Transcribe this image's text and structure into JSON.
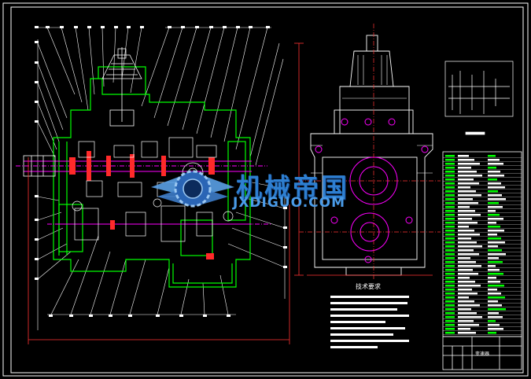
{
  "drawing": {
    "watermark": {
      "cn": "机械帝国",
      "url": "JXDIGUO.COM"
    },
    "tech_requirements_title": "技术要求",
    "title_block_name": "变速器",
    "colors": {
      "background": "#000000",
      "frame": "#ffffff",
      "casing": "#00ff00",
      "shaft": "#ff00ff",
      "gear": "#ff0000",
      "dimension": "#ff3333",
      "leader": "#ffffff",
      "watermark": "#2e7fd1"
    }
  }
}
